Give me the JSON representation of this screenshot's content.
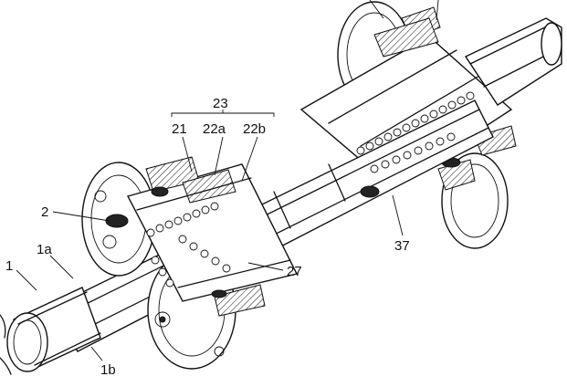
{
  "labels": {
    "l23": "23",
    "l21": "21",
    "l22a": "22a",
    "l22b": "22b",
    "l2": "2",
    "l1a": "1a",
    "l1": "1",
    "l1b": "1b",
    "l27": "27",
    "l37": "37"
  }
}
